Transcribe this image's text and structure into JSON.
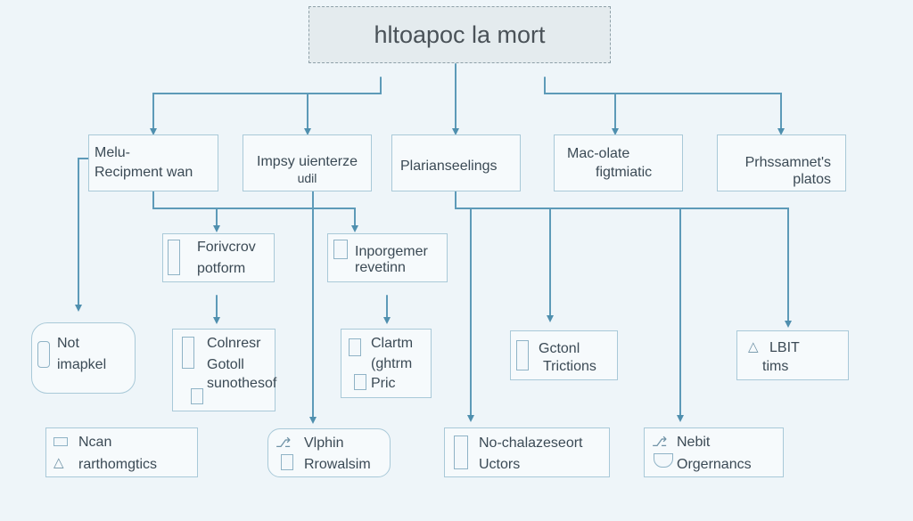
{
  "title": "hltoapoc‌ la mort",
  "row1": [
    {
      "line1": "Melu-",
      "line2": "Recipment wan"
    },
    {
      "line1": "Impsy uienterze",
      "line2": "udil"
    },
    {
      "line1": "Plarianseelings"
    },
    {
      "line1": "Mac-olate",
      "line2": "figtmiatic"
    },
    {
      "line1": "Prhssamnet's",
      "line2": "platos"
    }
  ],
  "row2": [
    {
      "line1": "Forivcrov",
      "line2": "potform"
    },
    {
      "line1": "Inporgemer",
      "line2": "revetinn"
    }
  ],
  "row3": [
    {
      "line1": "Not",
      "line2": "imapkel"
    },
    {
      "line1": "Colnresr",
      "line2": "Gotoll",
      "line3": "sunothesof"
    },
    {
      "line1": "Clartm",
      "line2": "(ghtrm",
      "line3": "Pric"
    },
    {
      "line1": "Gctonl",
      "line2": "Trictions"
    },
    {
      "line1": "LBIT",
      "line2": "tims"
    }
  ],
  "row4": [
    {
      "line1": "Ncan",
      "line2": "rarthomgtics"
    },
    {
      "line1": "Vlphin",
      "line2": "Rrowalsim"
    },
    {
      "line1": "No-chalazeseort",
      "line2": "Uctors"
    },
    {
      "line1": "Nebit",
      "line2": "Orgernancs"
    }
  ]
}
